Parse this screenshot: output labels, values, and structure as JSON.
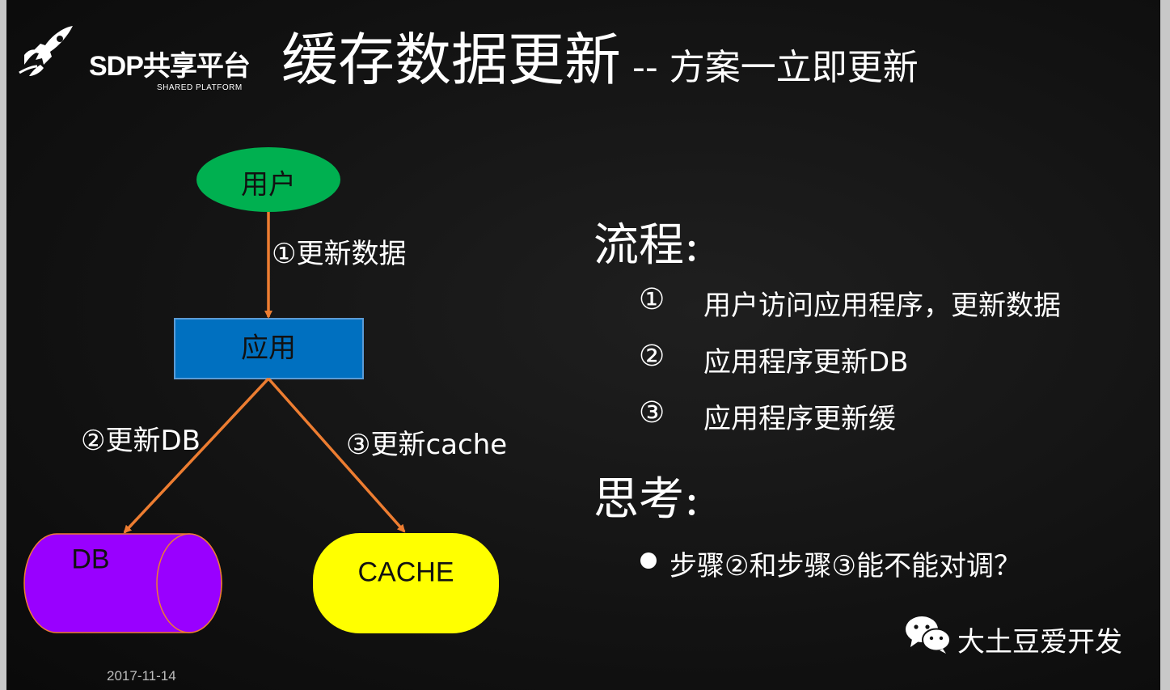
{
  "logo": {
    "brand": "SDP共享平台",
    "subtitle": "SHARED PLATFORM"
  },
  "title": {
    "main": "缓存数据更新",
    "sub": "-- 方案一立即更新"
  },
  "diagram": {
    "nodes": {
      "user": "用户",
      "app": "应用",
      "db": "DB",
      "cache": "CACHE"
    },
    "edges": {
      "user_to_app": "①更新数据",
      "app_to_db": "②更新DB",
      "app_to_cache": "③更新cache"
    }
  },
  "process": {
    "heading": "流程:",
    "steps": [
      {
        "num": "①",
        "text": "用户访问应用程序，更新数据"
      },
      {
        "num": "②",
        "text": "应用程序更新DB"
      },
      {
        "num": "③",
        "text": "应用程序更新缓"
      }
    ]
  },
  "thinking": {
    "heading": "思考:",
    "question": "步骤②和步骤③能不能对调？"
  },
  "watermark": {
    "icon": "wechat-icon",
    "text": "大土豆爱开发"
  },
  "date": "2017-11-14",
  "colors": {
    "background": "#111111",
    "user_node": "#00b050",
    "app_node": "#0070c0",
    "db_node": "#9900ff",
    "cache_node": "#ffff00",
    "arrow": "#ed7d31"
  }
}
